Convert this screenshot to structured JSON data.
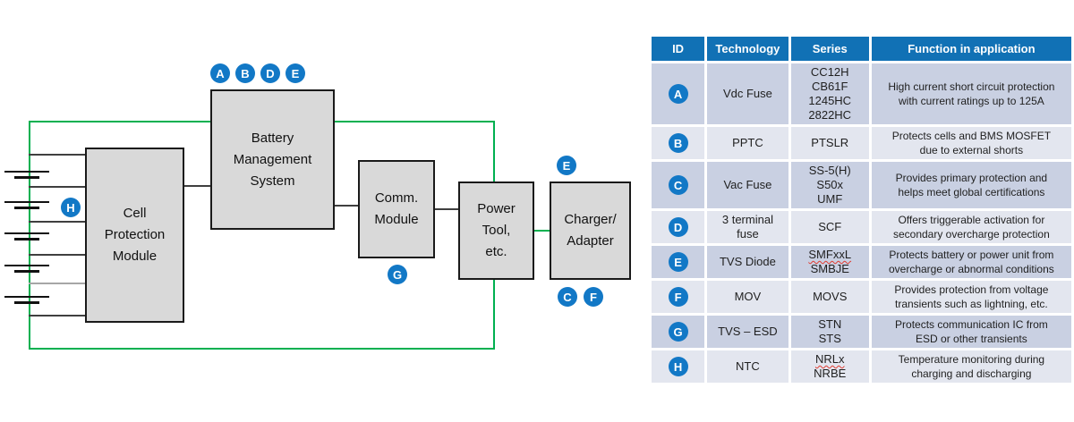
{
  "colors": {
    "header-bg": "#1171b5",
    "badge-bg": "#1278c6",
    "row-odd": "#c9d0e2",
    "row-even": "#e3e6ef",
    "green-line": "#00b050",
    "box-fill": "#d9d9d9",
    "box-border": "#1a1a1a",
    "wire": "#3f3f3f",
    "wire-light": "#a6a6a6",
    "header-text": "#ffffff",
    "table-text": "#1f1f1f",
    "misspell": "#e03c31"
  },
  "diagram": {
    "boxes": {
      "cell_protection": "Cell\nProtection\nModule",
      "bms": "Battery\nManagement\nSystem",
      "comm": "Comm.\nModule",
      "power_tool": "Power\nTool,\netc.",
      "charger": "Charger/\nAdapter"
    },
    "badges": {
      "bms_top": [
        "A",
        "B",
        "D",
        "E"
      ],
      "cell_protection": "H",
      "comm": "G",
      "charger_top": "E",
      "charger_bottom": [
        "C",
        "F"
      ]
    }
  },
  "table": {
    "headers": [
      "ID",
      "Technology",
      "Series",
      "Function in application"
    ],
    "rows": [
      {
        "id": "A",
        "technology": "Vdc Fuse",
        "series": [
          {
            "text": "CC12H"
          },
          {
            "text": "CB61F"
          },
          {
            "text": "1245HC"
          },
          {
            "text": "2822HC"
          }
        ],
        "function": "High current short circuit protection\nwith current ratings up to 125A"
      },
      {
        "id": "B",
        "technology": "PPTC",
        "series": [
          {
            "text": "PTSLR"
          }
        ],
        "function": "Protects cells and BMS MOSFET\ndue to external shorts"
      },
      {
        "id": "C",
        "technology": "Vac Fuse",
        "series": [
          {
            "text": "SS-5(H)"
          },
          {
            "text": "S50x"
          },
          {
            "text": "UMF"
          }
        ],
        "function": "Provides primary protection and\nhelps meet global certifications"
      },
      {
        "id": "D",
        "technology": "3 terminal\nfuse",
        "series": [
          {
            "text": "SCF"
          }
        ],
        "function": "Offers triggerable activation for\nsecondary overcharge protection"
      },
      {
        "id": "E",
        "technology": "TVS Diode",
        "series": [
          {
            "text": "SMFxxL",
            "spellcheck_underline": true
          },
          {
            "text": "SMBJE"
          }
        ],
        "function": "Protects battery or power unit from\novercharge or abnormal conditions"
      },
      {
        "id": "F",
        "technology": "MOV",
        "series": [
          {
            "text": "MOVS"
          }
        ],
        "function": "Provides protection from voltage\ntransients such as lightning, etc."
      },
      {
        "id": "G",
        "technology": "TVS – ESD",
        "series": [
          {
            "text": "STN"
          },
          {
            "text": "STS"
          }
        ],
        "function": "Protects communication IC from\nESD or other transients"
      },
      {
        "id": "H",
        "technology": "NTC",
        "series": [
          {
            "text": "NRLx",
            "spellcheck_underline": true
          },
          {
            "text": "NRBE"
          }
        ],
        "function": "Temperature monitoring during\ncharging and discharging"
      }
    ]
  }
}
